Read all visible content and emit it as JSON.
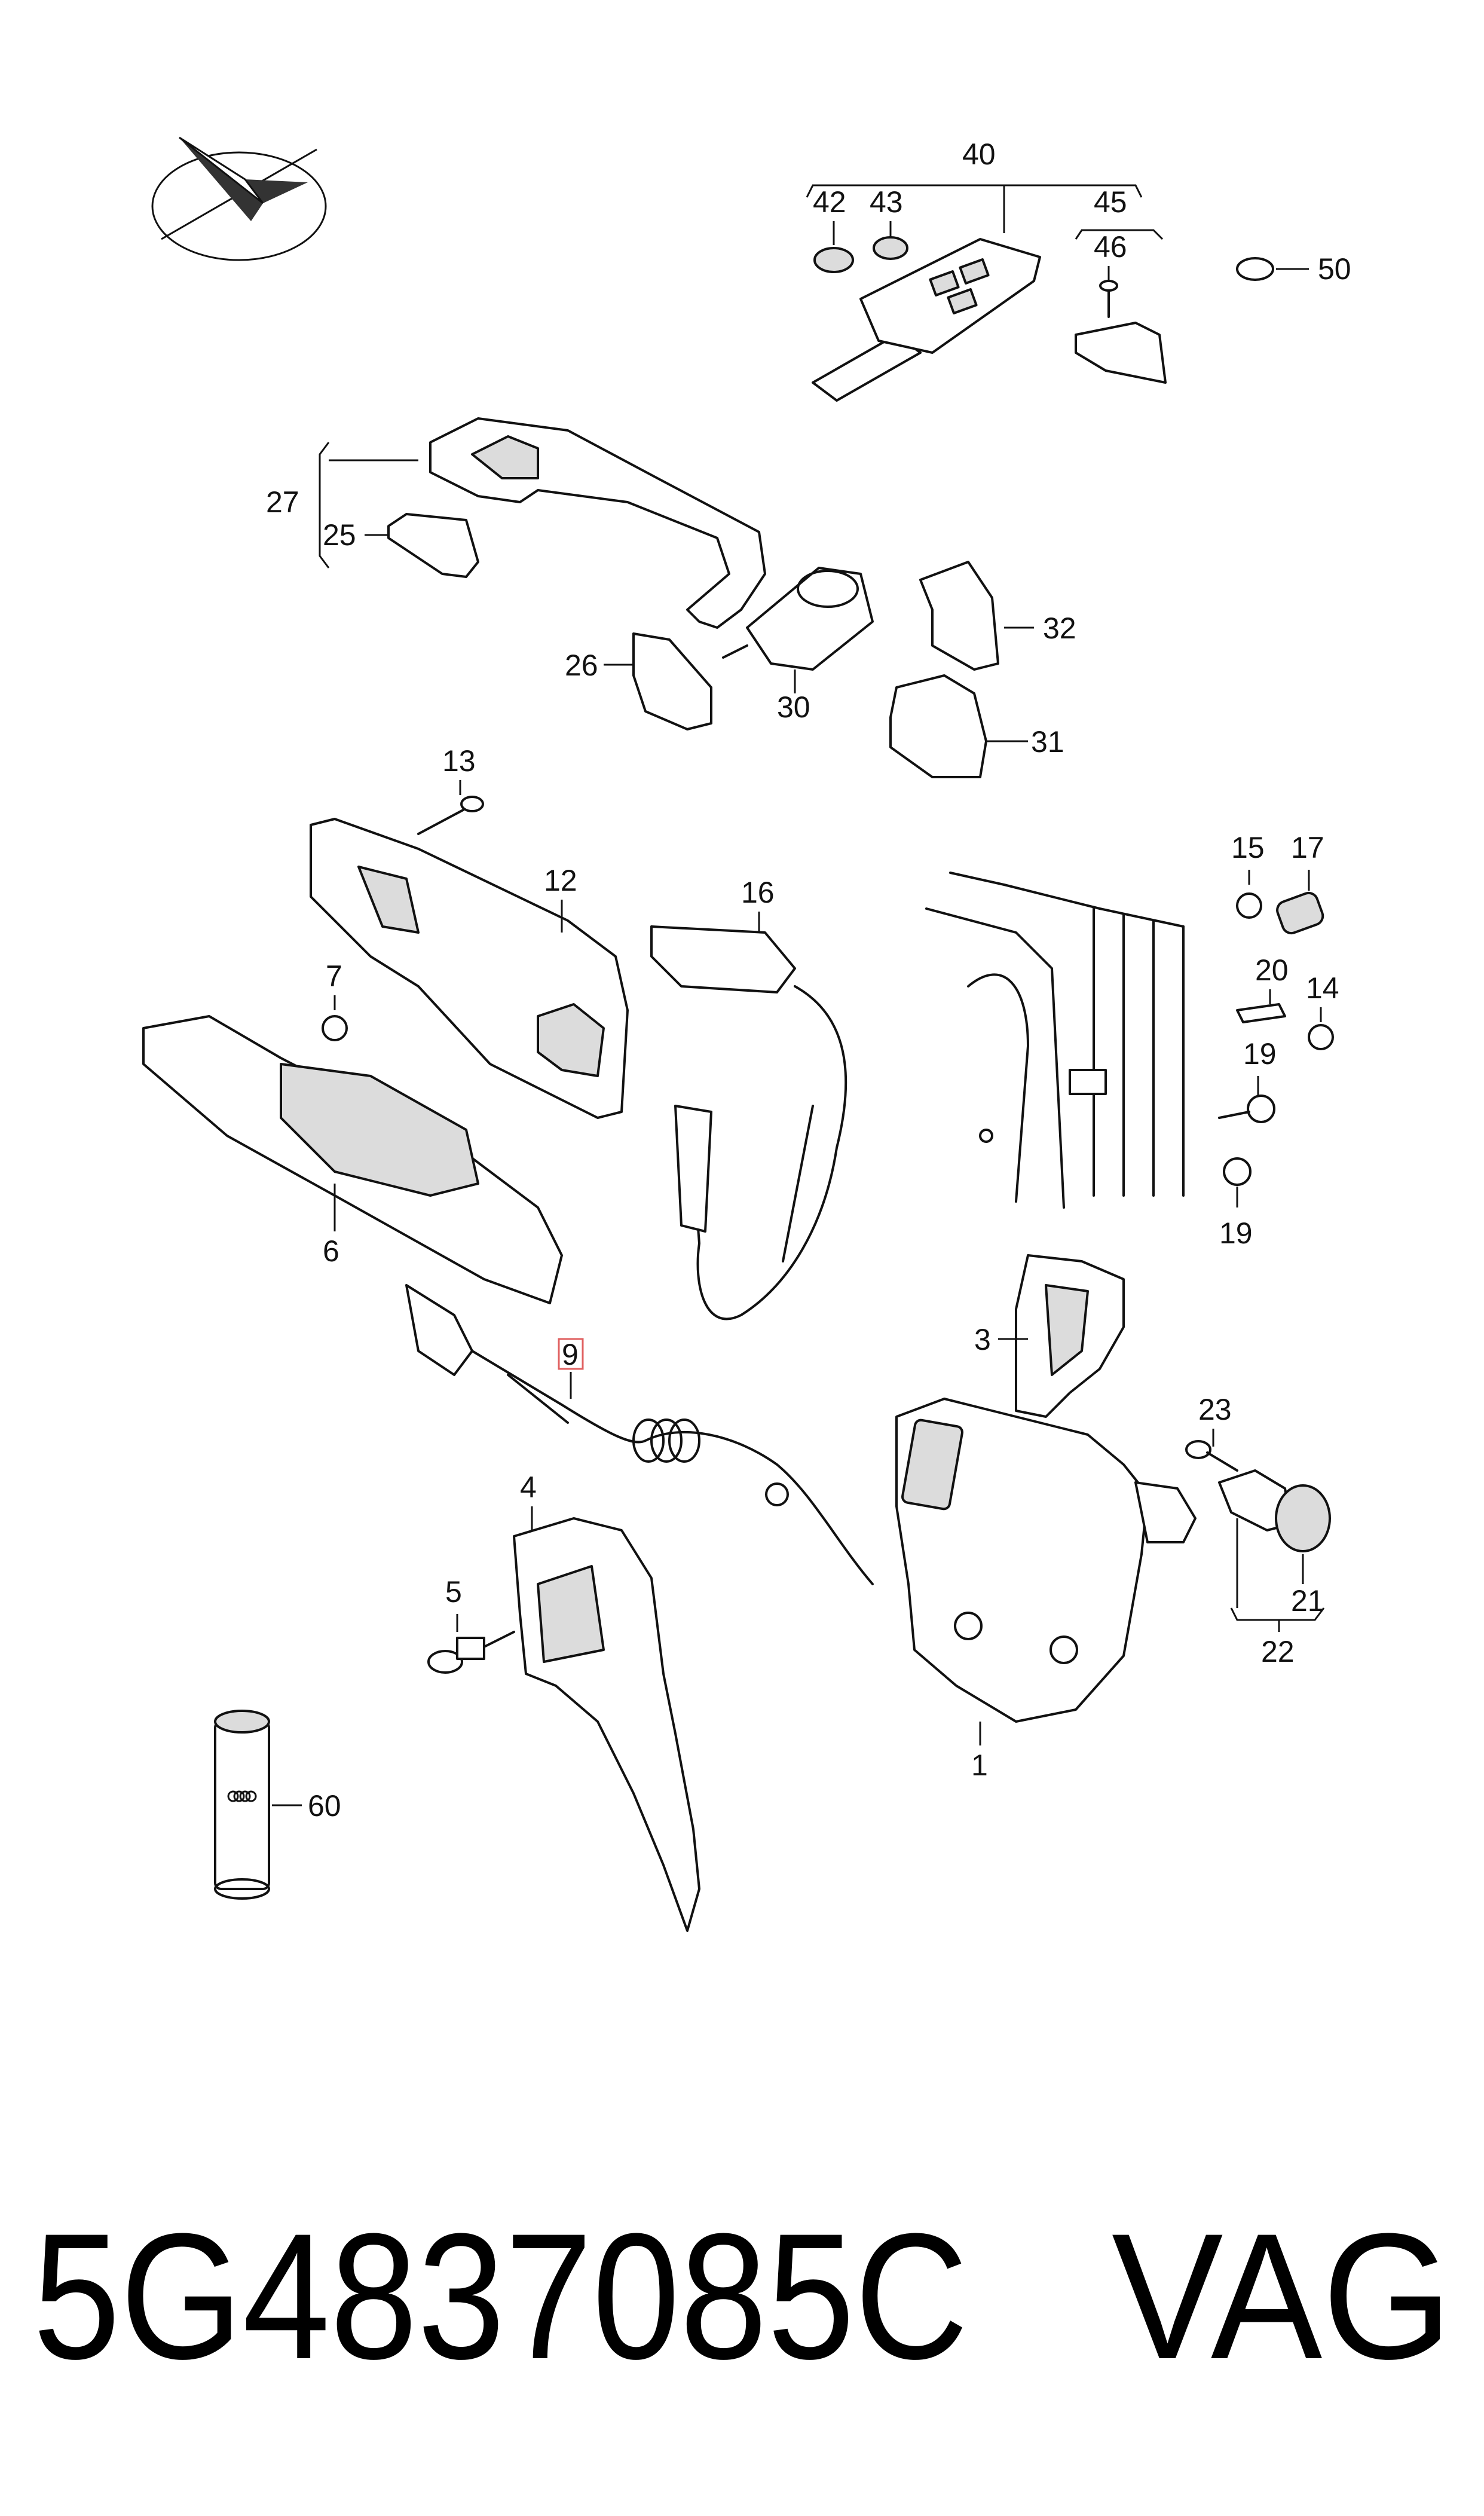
{
  "callouts": {
    "c40": "40",
    "c42": "42",
    "c43": "43",
    "c45": "45",
    "c46": "46",
    "c50": "50",
    "c27": "27",
    "c25": "25",
    "c26": "26",
    "c30": "30",
    "c32": "32",
    "c31": "31",
    "c13": "13",
    "c12": "12",
    "c16": "16",
    "c7": "7",
    "c6": "6",
    "c15": "15",
    "c17": "17",
    "c20": "20",
    "c14": "14",
    "c19a": "19",
    "c19b": "19",
    "c9": "9",
    "c3": "3",
    "c23": "23",
    "c4": "4",
    "c5": "5",
    "c21": "21",
    "c22": "22",
    "c1": "1",
    "c60": "60"
  },
  "footer": {
    "part_number": "5G4837085C",
    "brand": "VAG"
  },
  "colors": {
    "ink": "#111111",
    "highlight": "#e06060",
    "background": "#ffffff"
  }
}
